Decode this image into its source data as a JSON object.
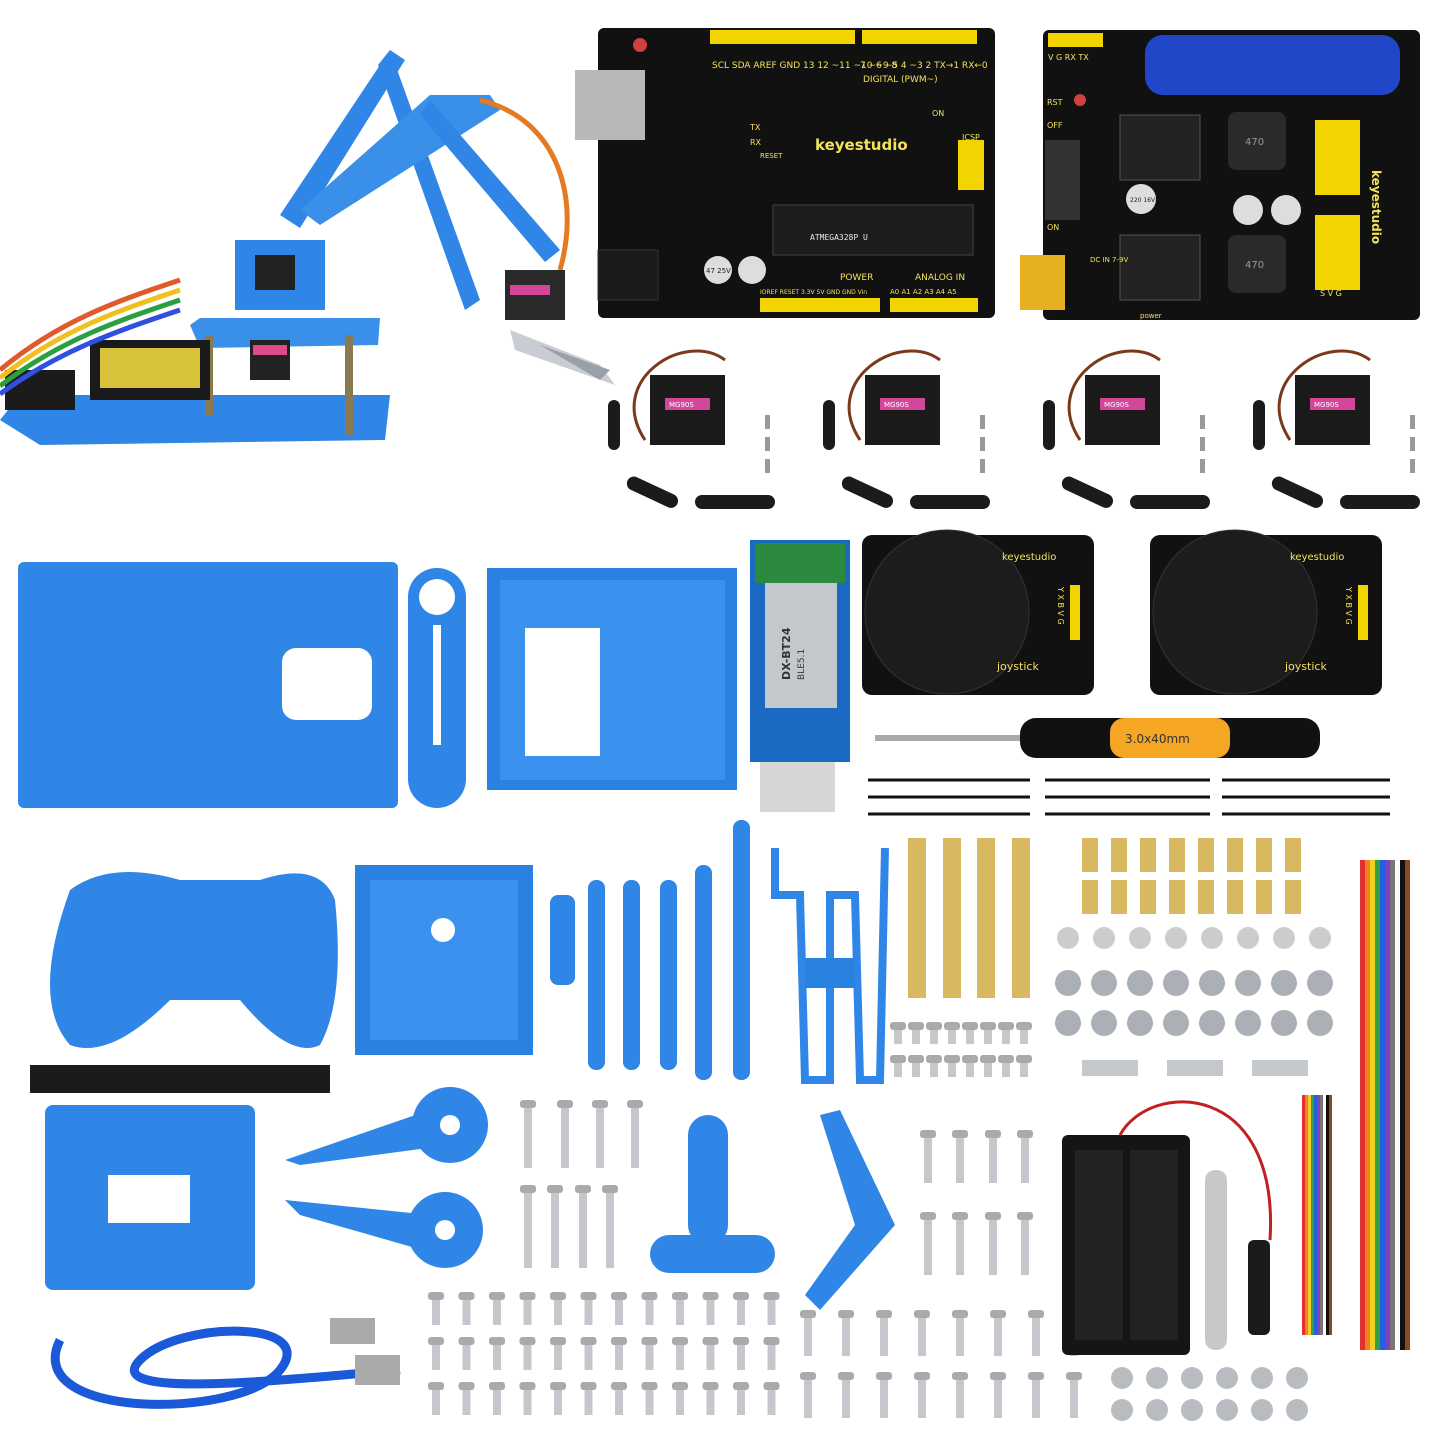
{
  "colors": {
    "acrylic_blue": "#2f86e6",
    "pcb_black": "#111111",
    "header_yellow": "#f2d400",
    "metal": "#b9bcc2"
  },
  "uno_board": {
    "brand": "keyestudio",
    "digital": "DIGITAL (PWM~)",
    "power": "POWER",
    "analog": "ANALOG IN",
    "icsp": "ICSP",
    "on": "ON",
    "tx": "TX",
    "rx": "RX",
    "reset": "RESET",
    "chip": "ATMEGA328P U",
    "pins_top": "SCL SDA AREF GND 13 12 ~11 ~10 ~9 8",
    "pins_top2": "7 ~6 ~5 4 ~3 2 TX→1 RX←0",
    "pins_bottom": "IOREF RESET 3.3V 5V GND GND Vin",
    "pins_analog": "A0 A1 A2 A3 A4 A5",
    "cap": "47 25V"
  },
  "shield": {
    "brand": "keyestudio",
    "bt_pins": "V G RX TX",
    "rst": "RST",
    "off": "OFF",
    "on": "ON",
    "dc": "DC IN 7-9V",
    "svg": "S V G",
    "power": "power",
    "inductor": "470",
    "cap": "220 16V"
  },
  "servo": {
    "label": "MG90S"
  },
  "bluetooth": {
    "model": "DX-BT24",
    "version": "BLE5.1"
  },
  "joystick": {
    "brand": "keyestudio",
    "label": "joystick",
    "pins": "Y X B V G"
  },
  "screwdriver": {
    "label": "3.0x40mm"
  }
}
